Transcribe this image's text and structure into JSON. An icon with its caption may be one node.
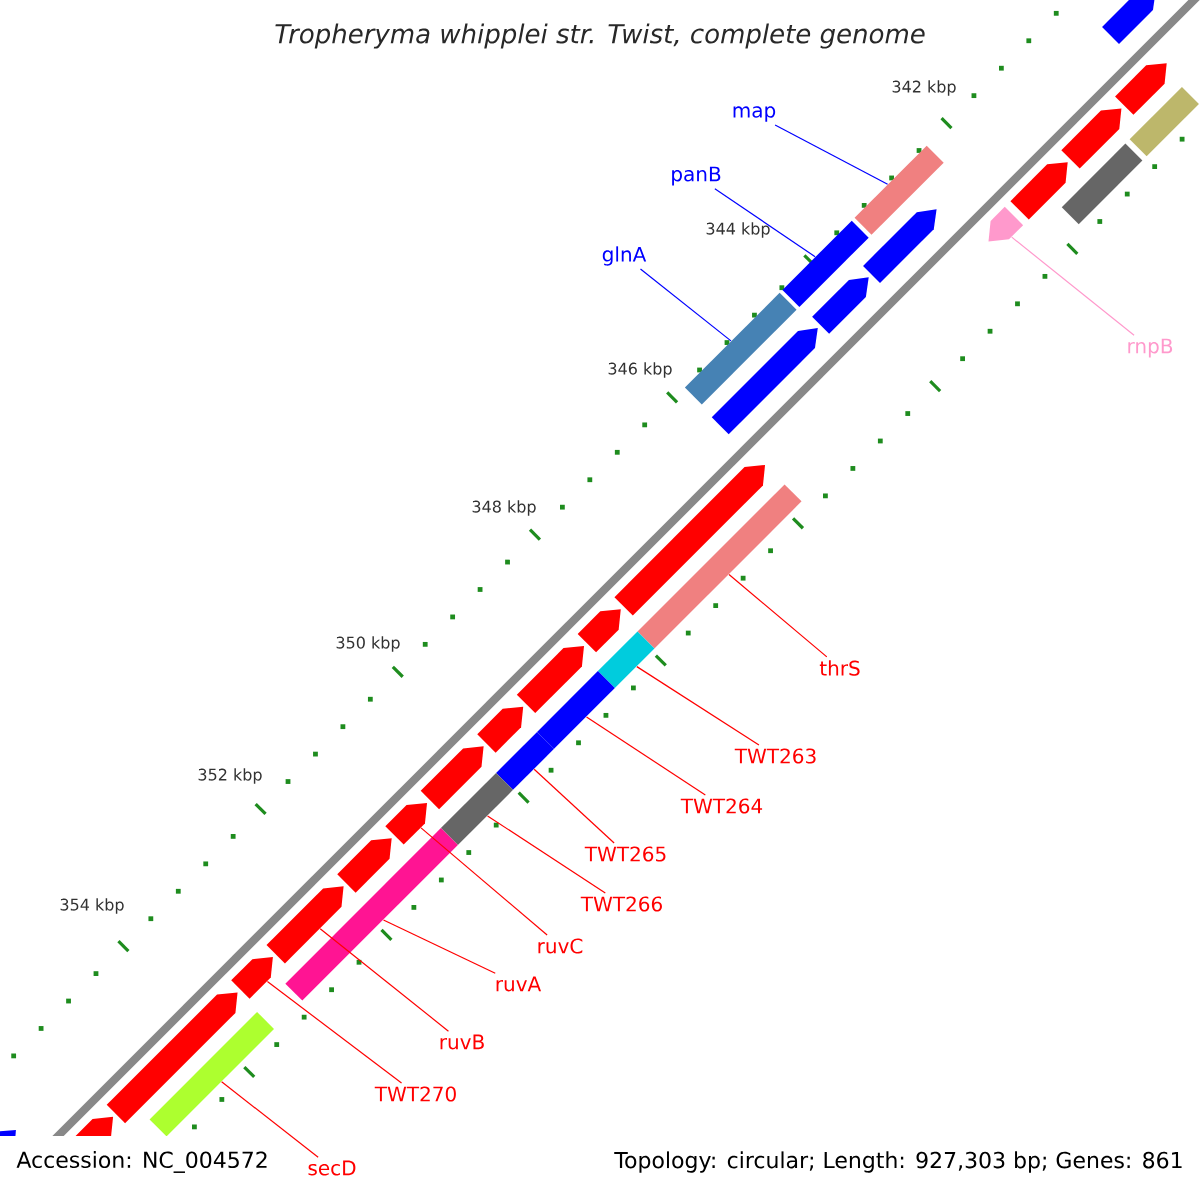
{
  "diagram": {
    "title": "Tropheryma whipplei str. Twist, complete genome",
    "nodes": [
      {
        "text": [
          "map"
        ]
      },
      {
        "text": [
          "panB"
        ]
      },
      {
        "text": [
          "glnA"
        ]
      },
      {
        "text": [
          "rnpB"
        ]
      },
      {
        "text": [
          "thrS"
        ]
      },
      {
        "text": [
          "TWT263"
        ]
      },
      {
        "text": [
          "TWT264"
        ]
      },
      {
        "text": [
          "TWT265"
        ]
      },
      {
        "text": [
          "TWT266"
        ]
      },
      {
        "text": [
          "ruvC"
        ]
      },
      {
        "text": [
          "ruvA"
        ]
      },
      {
        "text": [
          "ruvB"
        ]
      },
      {
        "text": [
          "TWT270"
        ]
      },
      {
        "text": [
          "secD"
        ]
      },
      {
        "text": [],
        "shape": "pentagon"
      },
      {
        "text": [],
        "shape": "pentagon"
      },
      {
        "text": [],
        "shape": "bar"
      },
      {
        "text": [],
        "shape": "pentagon"
      },
      {
        "text": [],
        "shape": "bar"
      },
      {
        "text": [],
        "shape": "pentagon"
      },
      {
        "text": [],
        "shape": "bar"
      },
      {
        "text": [],
        "shape": "pentagon"
      },
      {
        "text": [],
        "shape": "pentagon"
      },
      {
        "text": [],
        "shape": "bar"
      },
      {
        "text": [],
        "shape": "pentagon"
      },
      {
        "text": [],
        "shape": "bar"
      },
      {
        "text": [],
        "shape": "pentagon"
      },
      {
        "text": [],
        "shape": "pentagon"
      },
      {
        "text": [],
        "shape": "bar"
      },
      {
        "text": [],
        "shape": "pentagon"
      },
      {
        "text": [],
        "shape": "bar"
      },
      {
        "text": [],
        "shape": "pentagon"
      },
      {
        "text": [],
        "shape": "bar"
      },
      {
        "text": [],
        "shape": "pentagon"
      },
      {
        "text": [],
        "shape": "bar"
      },
      {
        "text": [],
        "shape": "pentagon"
      },
      {
        "text": [],
        "shape": "bar"
      },
      {
        "text": [],
        "shape": "pentagon"
      },
      {
        "text": [],
        "shape": "pentagon"
      },
      {
        "text": [],
        "shape": "bar"
      },
      {
        "text": [],
        "shape": "pentagon"
      },
      {
        "text": [],
        "shape": "pentagon"
      },
      {
        "text": [],
        "shape": "pentagon"
      },
      {
        "text": [],
        "shape": "bar"
      },
      {
        "text": [],
        "shape": "pentagon"
      },
      {
        "text": [],
        "shape": "pentagon"
      }
    ],
    "edges": [
      {
        "from": 0,
        "to": 20,
        "arrow": "none",
        "color": "#0000ff"
      },
      {
        "from": 1,
        "to": 23,
        "arrow": "none",
        "color": "#0000ff"
      },
      {
        "from": 2,
        "to": 25,
        "arrow": "none",
        "color": "#0000ff"
      },
      {
        "from": 3,
        "to": 21,
        "arrow": "none",
        "color": "#ff99cc"
      },
      {
        "from": 4,
        "to": 28,
        "arrow": "none"
      },
      {
        "from": 5,
        "to": 30,
        "arrow": "none"
      },
      {
        "from": 6,
        "to": 32,
        "arrow": "none"
      },
      {
        "from": 7,
        "to": 34,
        "arrow": "none"
      },
      {
        "from": 8,
        "to": 36,
        "arrow": "none"
      },
      {
        "from": 9,
        "to": 37,
        "arrow": "none"
      },
      {
        "from": 10,
        "to": 39,
        "arrow": "none"
      },
      {
        "from": 11,
        "to": 40,
        "arrow": "none"
      },
      {
        "from": 12,
        "to": 41,
        "arrow": "none"
      },
      {
        "from": 13,
        "to": 43,
        "arrow": "none"
      }
    ],
    "labels": [
      "342 kbp",
      "344 kbp",
      "346 kbp",
      "348 kbp",
      "350 kbp",
      "352 kbp",
      "354 kbp",
      "Accession: NC_004572",
      "Topology: circular; Length: 927,303 bp; Genes: 861"
    ]
  }
}
